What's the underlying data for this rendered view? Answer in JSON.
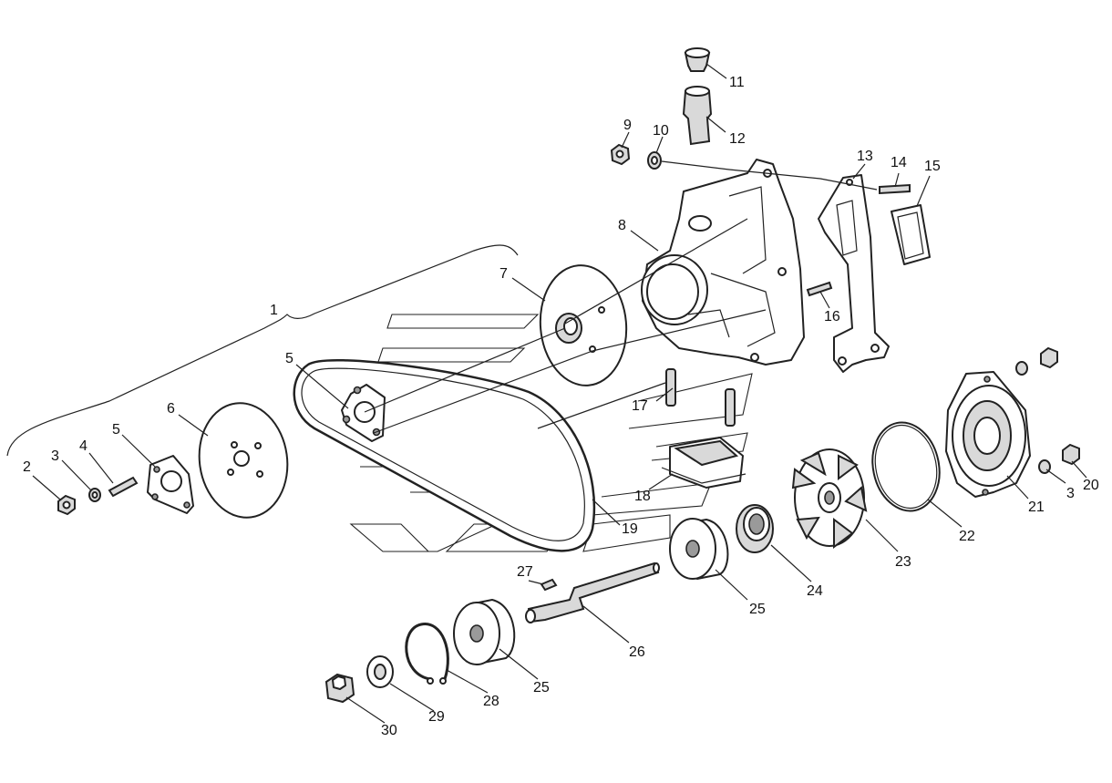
{
  "callouts": {
    "c1": "1",
    "c2": "2",
    "c3a": "3",
    "c3b": "3",
    "c4": "4",
    "c5a": "5",
    "c5b": "5",
    "c6": "6",
    "c7": "7",
    "c8": "8",
    "c9": "9",
    "c10": "10",
    "c11": "11",
    "c12": "12",
    "c13": "13",
    "c14": "14",
    "c15": "15",
    "c16": "16",
    "c17": "17",
    "c18": "18",
    "c19": "19",
    "c20": "20",
    "c21": "21",
    "c22": "22",
    "c23": "23",
    "c24": "24",
    "c25a": "25",
    "c25b": "25",
    "c26": "26",
    "c27": "27",
    "c28": "28",
    "c29": "29",
    "c30": "30"
  }
}
